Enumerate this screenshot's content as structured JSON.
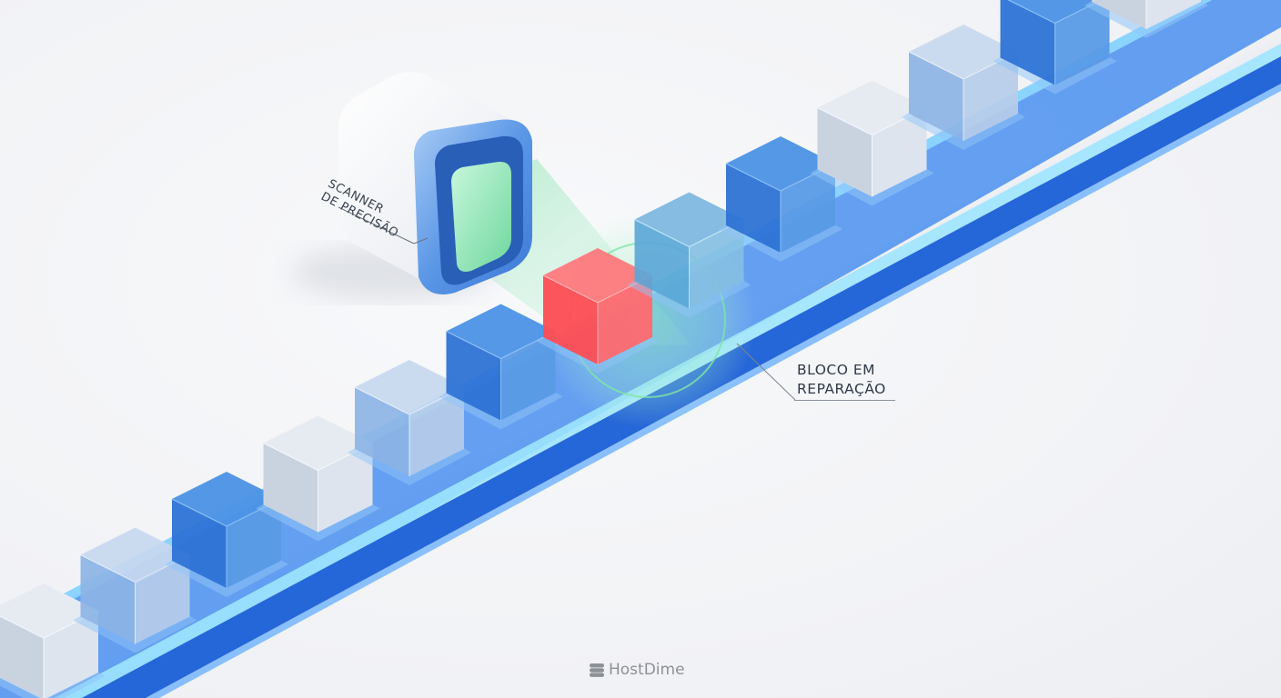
{
  "scene": {
    "description": "Isometric conveyor of data blocks passing under a precision scanner; one red block being repaired",
    "colors": {
      "background": "#f3f4f7",
      "rail_blue": "#2f7de8",
      "rail_glow": "#7fd0ff",
      "block_blue": "#3b86e0",
      "block_light": "#c7d6ea",
      "block_gray": "#d9e1ec",
      "block_red": "#ff5a5f",
      "scan_green": "#6fe0a4",
      "scanner_body": "#f4f6f9",
      "scanner_bezel": "#5d9ae8"
    },
    "blocks": [
      {
        "index": 1,
        "type": "gray"
      },
      {
        "index": 2,
        "type": "light"
      },
      {
        "index": 3,
        "type": "blue"
      },
      {
        "index": 4,
        "type": "gray"
      },
      {
        "index": 5,
        "type": "light"
      },
      {
        "index": 6,
        "type": "blue"
      },
      {
        "index": 7,
        "type": "red",
        "status": "em reparação"
      },
      {
        "index": 8,
        "type": "teal"
      },
      {
        "index": 9,
        "type": "blue"
      },
      {
        "index": 10,
        "type": "gray"
      },
      {
        "index": 11,
        "type": "light"
      },
      {
        "index": 12,
        "type": "blue"
      },
      {
        "index": 13,
        "type": "gray"
      }
    ]
  },
  "labels": {
    "scanner_line1": "SCANNER",
    "scanner_line2": "DE PRECISÃO",
    "repair_line1": "BLOCO EM",
    "repair_line2": "REPARAÇÃO"
  },
  "brand": {
    "icon": "server-stack-icon",
    "name": "HostDime"
  }
}
